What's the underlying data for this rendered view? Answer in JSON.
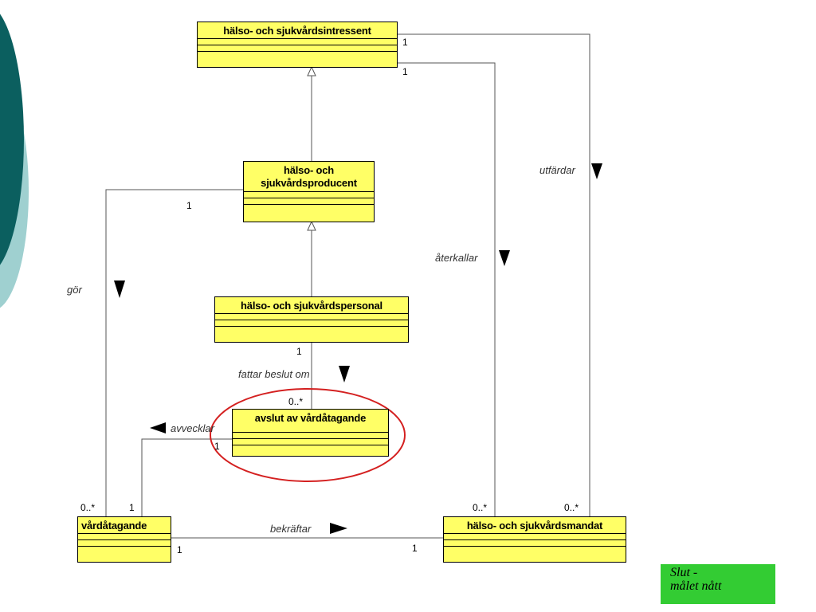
{
  "colors": {
    "class_fill": "#ffff66",
    "highlight": "#d42020",
    "goal_fill": "#33cc33",
    "deco_dark": "#0b5f5f",
    "deco_light": "#9fd0d0"
  },
  "classes": {
    "intressent": {
      "name": "hälso- och sjukvårdsintressent"
    },
    "producent": {
      "name": "hälso- och sjukvårdsproducent"
    },
    "personal": {
      "name": "hälso- och sjukvårdspersonal"
    },
    "avslut": {
      "name": "avslut av vårdåtagande"
    },
    "vardatagande": {
      "name": "vårdåtagande"
    },
    "mandat": {
      "name": "hälso- och sjukvårdsmandat"
    }
  },
  "associations": {
    "gor": "gör",
    "fattar": "fattar beslut om",
    "avvecklar": "avvecklar",
    "bekraftar": "bekräftar",
    "aterkallar": "återkallar",
    "utfardar": "utfärdar"
  },
  "multiplicities": {
    "intressent_utfardar": "1",
    "intressent_aterkallar": "1",
    "producent_gor": "1",
    "personal_fattar": "1",
    "avslut_fattar": "0..*",
    "avslut_avvecklar": "1",
    "vardatagande_gor": "0..*",
    "vardatagande_avvecklar": "1",
    "vardatagande_bekraftar": "1",
    "mandat_bekraftar": "1",
    "mandat_aterkallar": "0..*",
    "mandat_utfardar": "0..*"
  },
  "goal": {
    "line1": "Slut -",
    "line2": "målet nått"
  }
}
